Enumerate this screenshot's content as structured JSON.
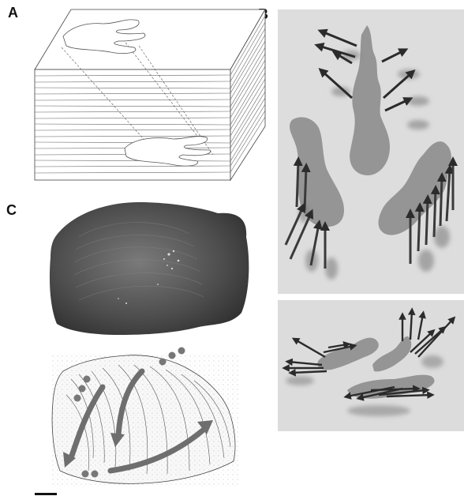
{
  "panels": {
    "a": {
      "label": "A"
    },
    "b": {
      "label": "B"
    },
    "c": {
      "label": "C"
    }
  },
  "colors": {
    "background": "#ffffff",
    "panel_b_bg": "#dcdcdc",
    "fossil_gray": "#959595",
    "arrow_dark": "#333333",
    "photo_rock": "#5a5a5a",
    "sketch_arrow": "#6e6e6e"
  },
  "icons": [
    "block-diagram",
    "fossil-shape",
    "direction-arrow",
    "scale-bar"
  ]
}
